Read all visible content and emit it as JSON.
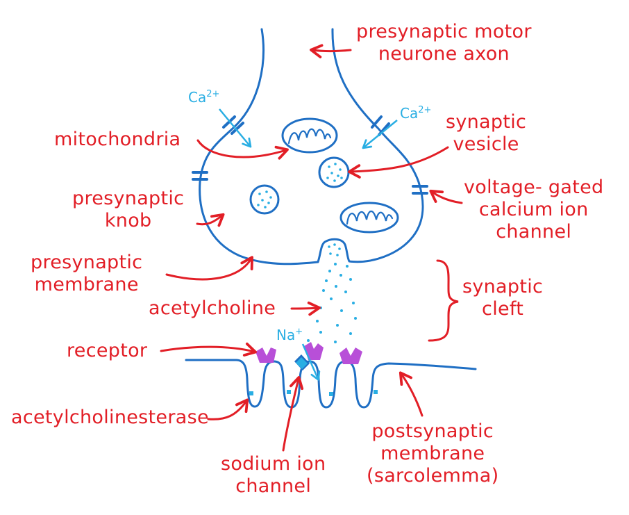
{
  "colors": {
    "membrane": "#1f6fc4",
    "label": "#e21e26",
    "ion": "#29aee3",
    "receptor": "#b84fd8",
    "acetylcholine": "#29aee3"
  },
  "labels": {
    "axon": [
      "presynaptic motor",
      "neurone axon"
    ],
    "mitochondria": "mitochondria",
    "vesicle": [
      "synaptic",
      "vesicle"
    ],
    "vgcc": [
      "voltage- gated",
      "calcium ion",
      "channel"
    ],
    "knob": [
      "presynaptic",
      "knob"
    ],
    "pre_membrane": [
      "presynaptic",
      "membrane"
    ],
    "cleft": [
      "synaptic",
      "cleft"
    ],
    "acetylcholine": "acetylcholine",
    "receptor": "receptor",
    "ache": "acetylcholinesterase",
    "sodium_channel": [
      "sodium ion",
      "channel"
    ],
    "post_membrane": [
      "postsynaptic",
      "membrane",
      "(sarcolemma)"
    ]
  },
  "ions": {
    "calcium_left": {
      "symbol": "Ca",
      "charge": "2+"
    },
    "calcium_right": {
      "symbol": "Ca",
      "charge": "2+"
    },
    "sodium": {
      "symbol": "Na",
      "charge": "+"
    }
  }
}
